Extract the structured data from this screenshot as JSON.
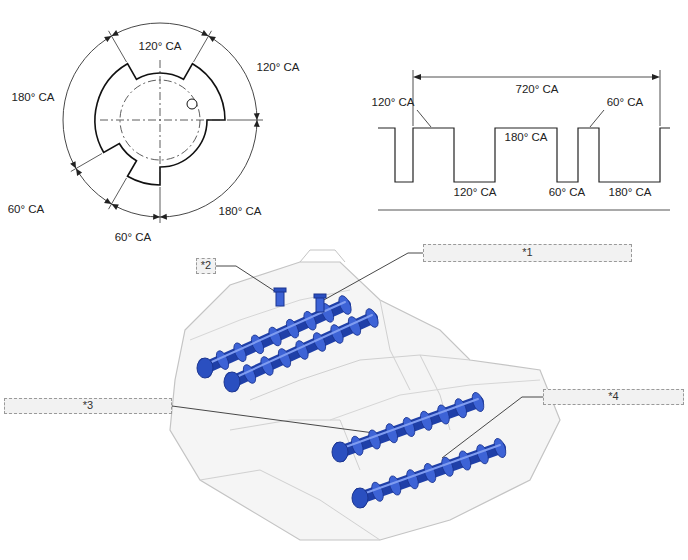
{
  "diagram": {
    "nodes": [
      {
        "text": [
          "*1"
        ]
      },
      {
        "text": [
          "*2"
        ]
      },
      {
        "text": [
          "*3"
        ]
      },
      {
        "text": [
          "*4"
        ]
      }
    ],
    "labels": [
      "120° CA",
      "120° CA",
      "180° CA",
      "60° CA",
      "180° CA",
      "60° CA",
      "720° CA",
      "120° CA",
      "60° CA",
      "180° CA",
      "120° CA",
      "60° CA",
      "180° CA"
    ]
  }
}
